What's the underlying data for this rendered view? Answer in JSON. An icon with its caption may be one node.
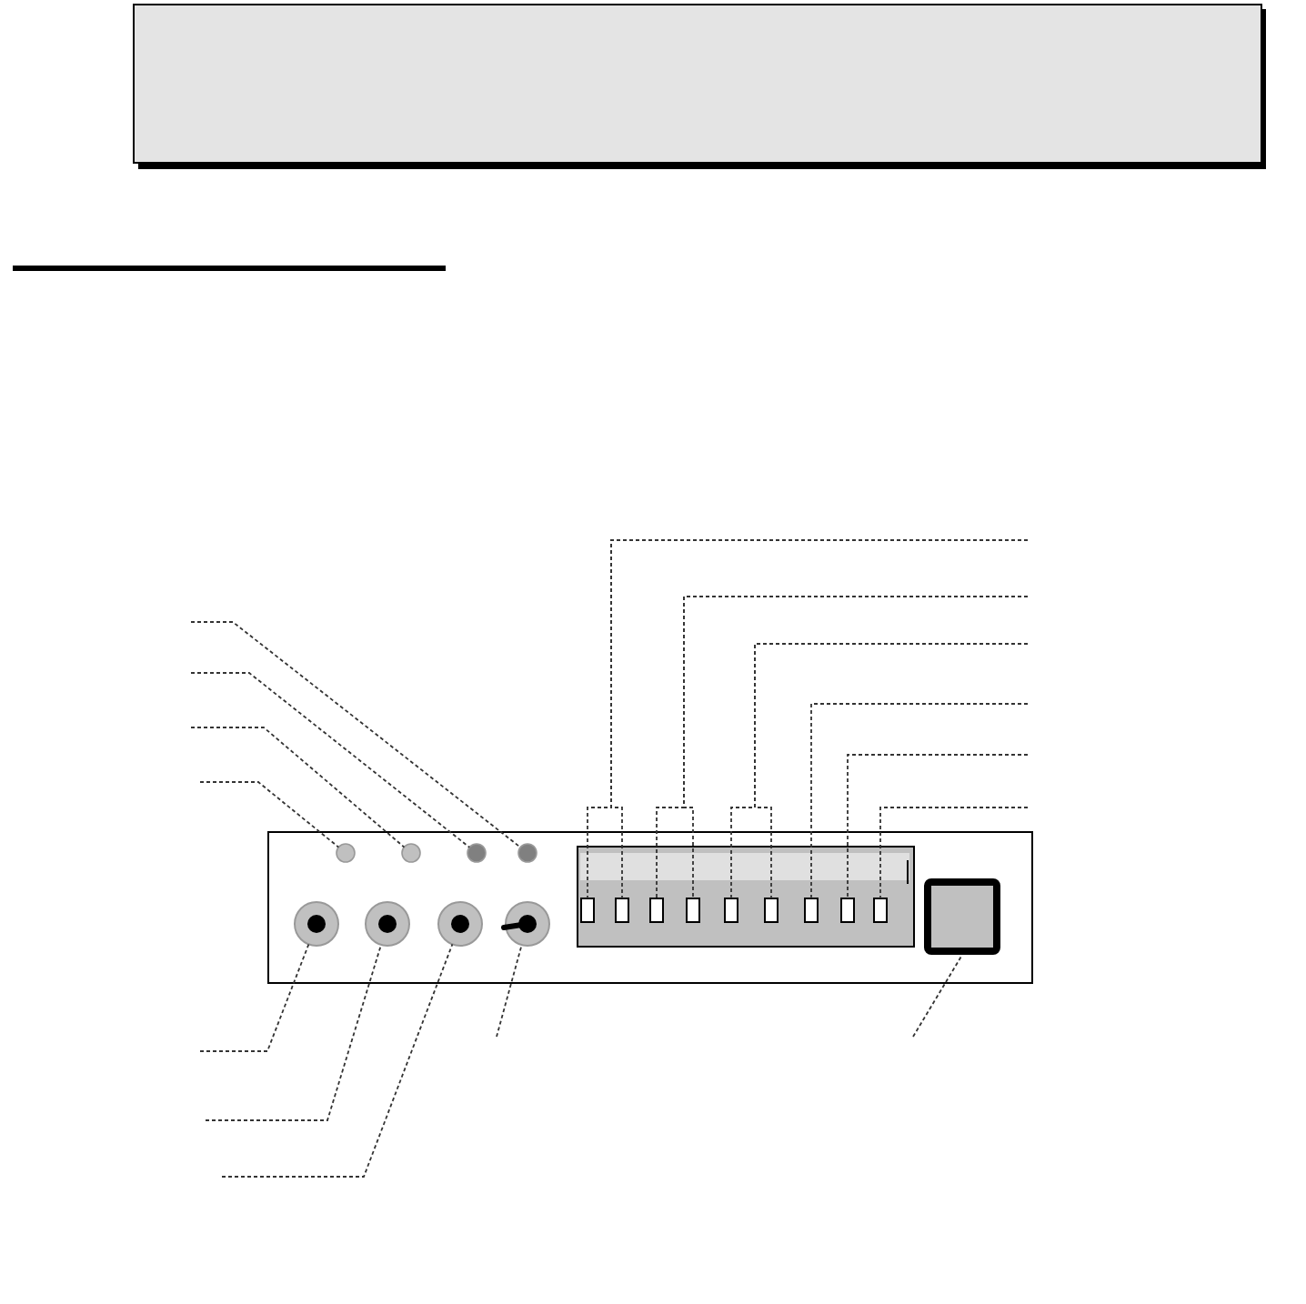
{
  "diagram": {
    "nodes": [
      {
        "text": [],
        "shape": "circle"
      },
      {
        "text": [],
        "shape": "circle"
      },
      {
        "text": [],
        "shape": "circle"
      },
      {
        "text": [],
        "shape": "circle"
      },
      {
        "text": [],
        "shape": "circle"
      },
      {
        "text": [],
        "shape": "circle"
      },
      {
        "text": [],
        "shape": "circle"
      },
      {
        "text": [],
        "shape": "circle"
      },
      {
        "text": [],
        "shape": "box"
      },
      {
        "text": [],
        "shape": "box"
      },
      {
        "text": [],
        "shape": "box"
      },
      {
        "text": [],
        "shape": "box"
      },
      {
        "text": [],
        "shape": "box"
      },
      {
        "text": [],
        "shape": "box"
      },
      {
        "text": [],
        "shape": "box"
      },
      {
        "text": [],
        "shape": "box"
      },
      {
        "text": [],
        "shape": "box"
      },
      {
        "text": [],
        "shape": "box"
      }
    ],
    "edges": [
      {
        "from": null,
        "to": 3,
        "arrow": "none",
        "style": "dashed"
      },
      {
        "from": null,
        "to": 2,
        "arrow": "none",
        "style": "dashed"
      },
      {
        "from": null,
        "to": 1,
        "arrow": "none",
        "style": "dashed"
      },
      {
        "from": null,
        "to": 0,
        "arrow": "none",
        "style": "dashed"
      },
      {
        "from": null,
        "to": 8,
        "arrow": "none",
        "style": "dashed"
      },
      {
        "from": null,
        "to": 9,
        "arrow": "none",
        "style": "dashed"
      },
      {
        "from": null,
        "to": 10,
        "arrow": "none",
        "style": "dashed"
      },
      {
        "from": null,
        "to": 11,
        "arrow": "none",
        "style": "dashed"
      },
      {
        "from": null,
        "to": 12,
        "arrow": "none",
        "style": "dashed"
      },
      {
        "from": null,
        "to": 13,
        "arrow": "none",
        "style": "dashed"
      },
      {
        "from": null,
        "to": 14,
        "arrow": "none",
        "style": "dashed"
      },
      {
        "from": null,
        "to": 15,
        "arrow": "none",
        "style": "dashed"
      },
      {
        "from": null,
        "to": 16,
        "arrow": "none",
        "style": "dashed"
      },
      {
        "from": null,
        "to": 4,
        "arrow": "none",
        "style": "dashed"
      },
      {
        "from": null,
        "to": 5,
        "arrow": "none",
        "style": "dashed"
      },
      {
        "from": null,
        "to": 6,
        "arrow": "none",
        "style": "dashed"
      },
      {
        "from": null,
        "to": 7,
        "arrow": "none",
        "style": "dashed"
      },
      {
        "from": null,
        "to": 17,
        "arrow": "none",
        "style": "dashed"
      }
    ]
  }
}
